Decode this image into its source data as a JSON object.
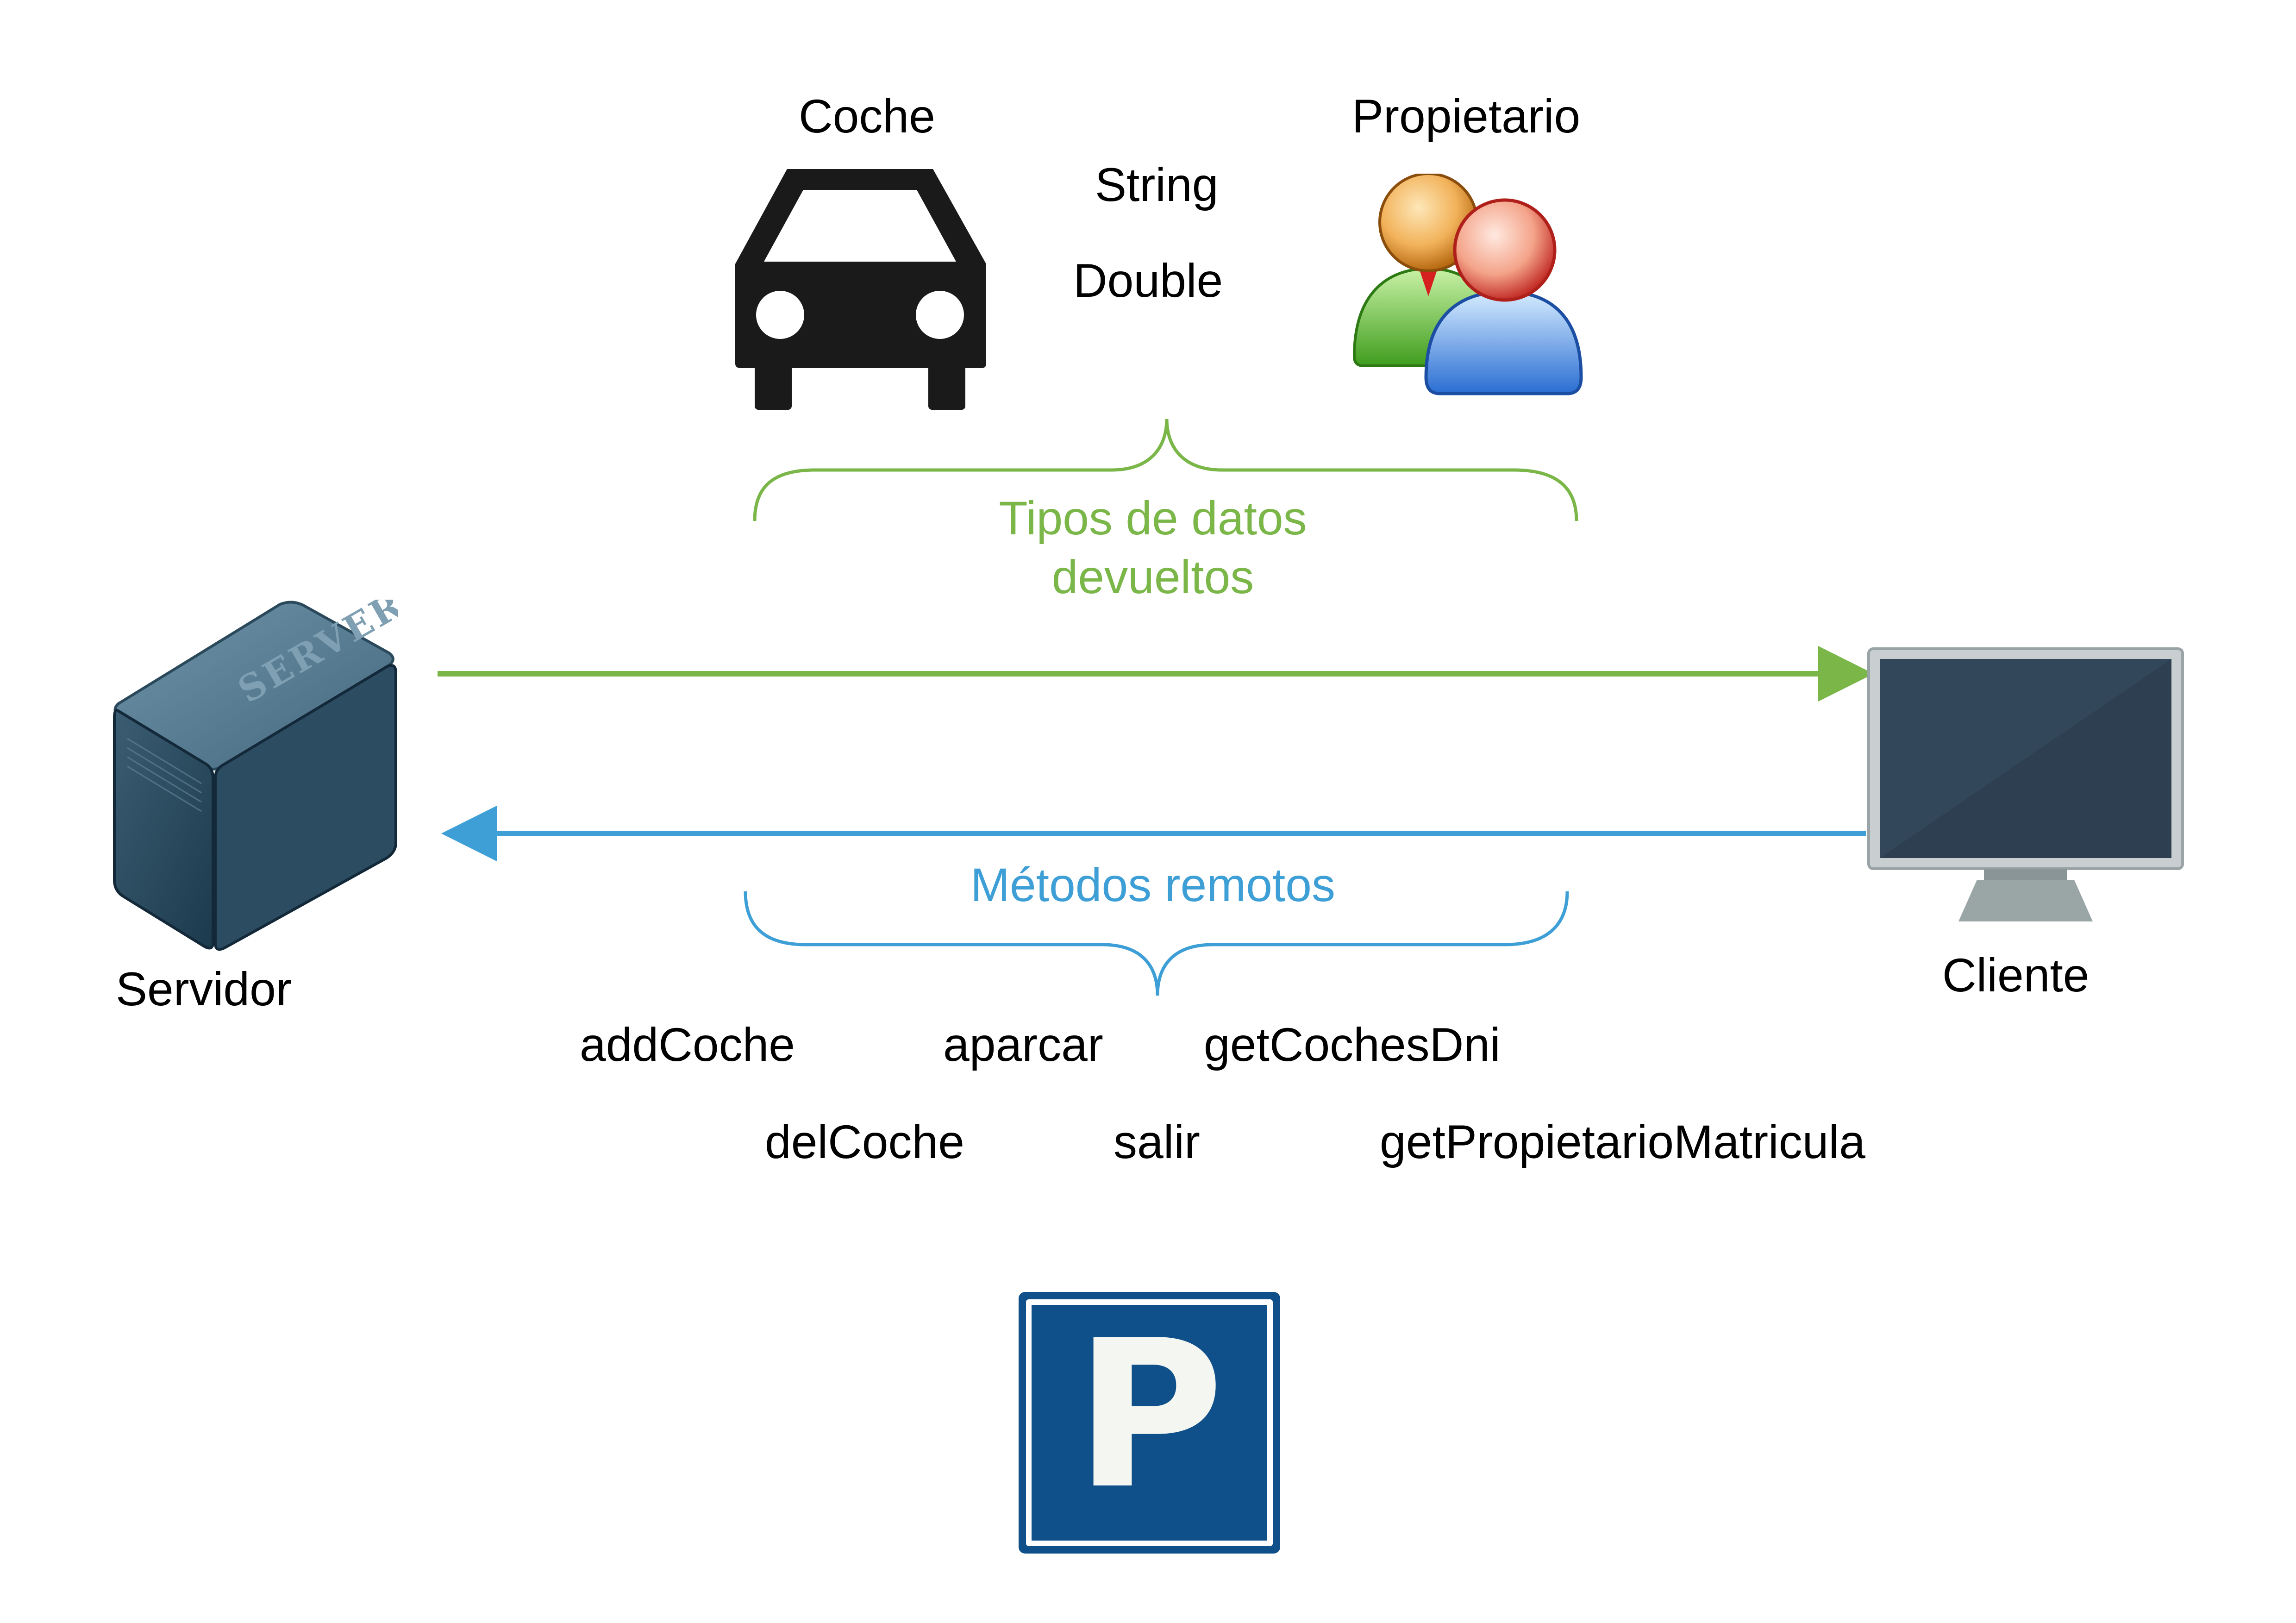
{
  "types": {
    "coche": "Coche",
    "propietario": "Propietario",
    "string": "String",
    "double": "Double",
    "caption_line1": "Tipos de datos",
    "caption_line2": "devueltos"
  },
  "nodes": {
    "server": "Servidor",
    "server_badge": "SERVER",
    "client": "Cliente"
  },
  "methods": {
    "caption": "Métodos remotos",
    "items": [
      "addCoche",
      "aparcar",
      "getCochesDni",
      "delCoche",
      "salir",
      "getPropietarioMatricula"
    ]
  },
  "parking_sign": "P",
  "colors": {
    "returns_arrow": "#7ab648",
    "methods_arrow": "#3d9fd6",
    "parking_blue": "#0f4f8a"
  }
}
